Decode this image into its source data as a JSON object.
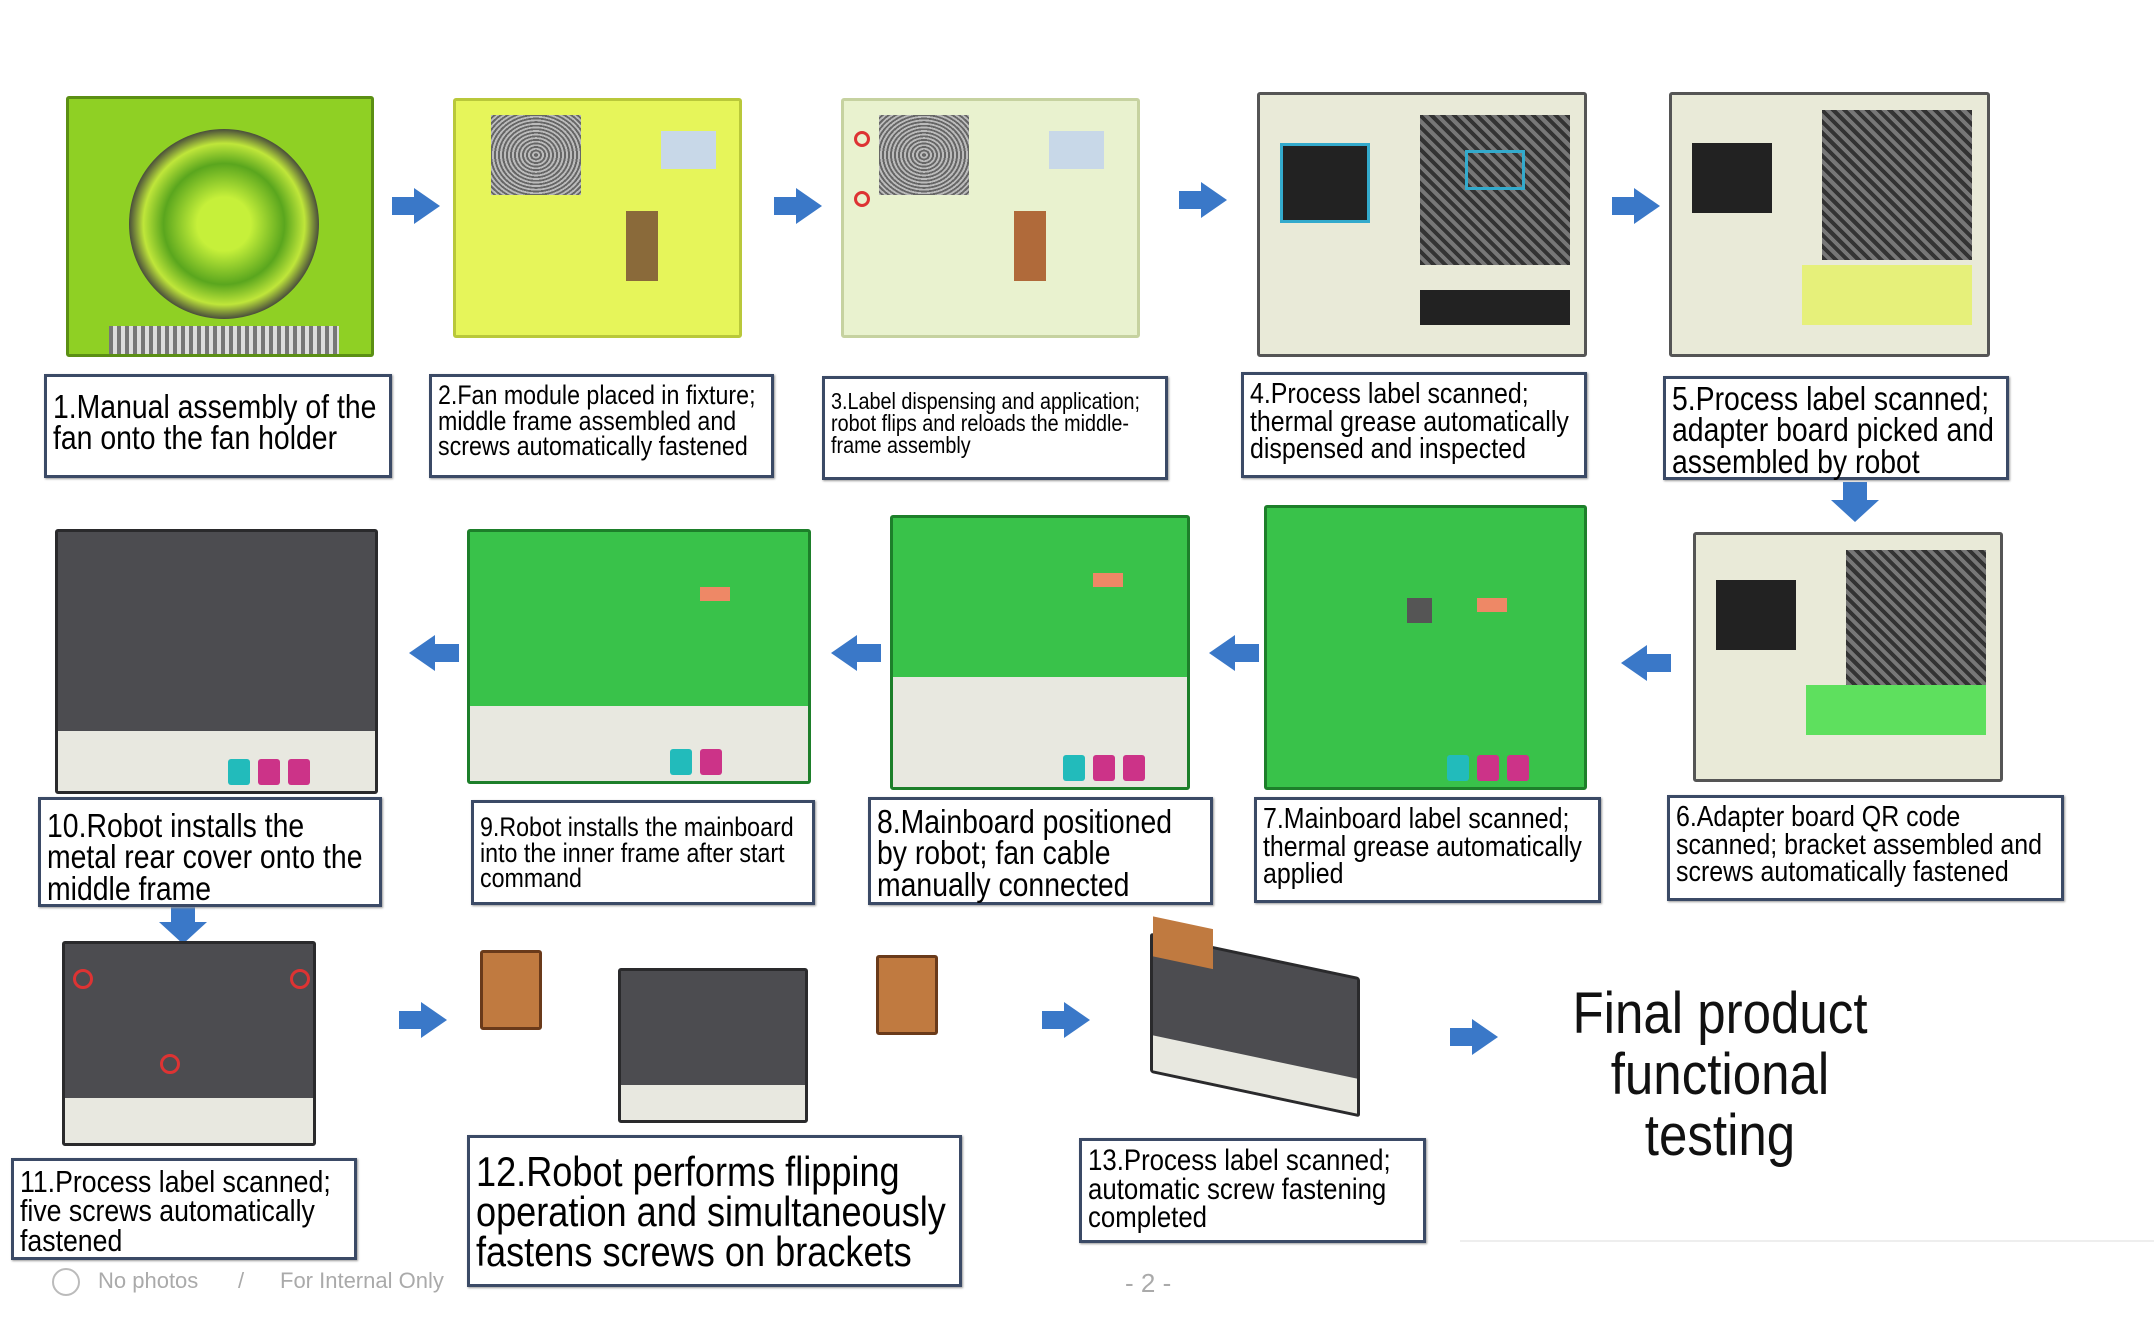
{
  "steps": [
    {
      "n": 1,
      "text": "1.Manual assembly of the fan onto the fan holder"
    },
    {
      "n": 2,
      "text": "2.Fan module placed in fixture; middle frame assembled and screws automatically fastened"
    },
    {
      "n": 3,
      "text": "3.Label dispensing and application; robot flips and reloads the middle-frame assembly"
    },
    {
      "n": 4,
      "text": "4.Process label scanned; thermal grease automatically dispensed and inspected"
    },
    {
      "n": 5,
      "text": "5.Process label scanned; adapter board picked and assembled by robot"
    },
    {
      "n": 6,
      "text": "6.Adapter board QR code scanned; bracket assembled and screws automatically fastened"
    },
    {
      "n": 7,
      "text": "7.Mainboard label scanned; thermal grease automatically applied"
    },
    {
      "n": 8,
      "text": "8.Mainboard positioned by robot; fan cable manually connected"
    },
    {
      "n": 9,
      "text": "9.Robot installs the mainboard into the inner frame after start command"
    },
    {
      "n": 10,
      "text": "10.Robot installs the metal rear cover onto the middle frame"
    },
    {
      "n": 11,
      "text": "11.Process label scanned; five screws automatically fastened"
    },
    {
      "n": 12,
      "text": "12.Robot performs flipping operation and simultaneously fastens screws on brackets"
    },
    {
      "n": 13,
      "text": "13.Process label scanned; automatic screw fastening completed"
    }
  ],
  "final": "Final product functional testing",
  "footer": {
    "no_photos": "No photos",
    "separator": "/",
    "internal": "For Internal Only",
    "page": "- 2 -"
  },
  "colors": {
    "arrow": "#3a78c8",
    "border": "#3b4a66"
  }
}
